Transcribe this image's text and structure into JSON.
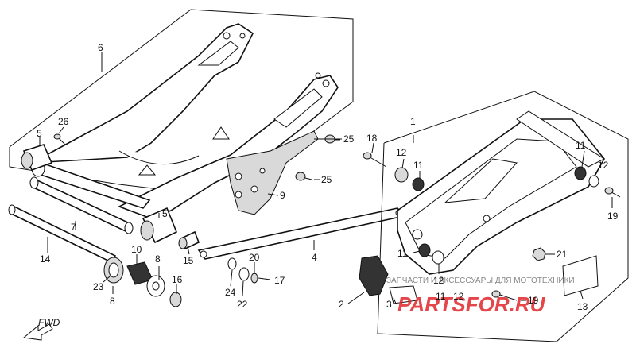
{
  "labels": {
    "n1": "1",
    "n2": "2",
    "n3": "3",
    "n4": "4",
    "n5a": "5",
    "n5b": "5",
    "n6": "6",
    "n7": "7",
    "n8a": "8",
    "n8b": "8",
    "n9": "9",
    "n10": "10",
    "n11a": "11",
    "n11b": "11",
    "n11c": "11",
    "n11d": "11",
    "n12a": "12",
    "n12b": "12",
    "n12c": "12",
    "n12d": "12",
    "n13": "13",
    "n14": "14",
    "n15": "15",
    "n16": "16",
    "n17": "17",
    "n18": "18",
    "n19a": "19",
    "n19b": "19",
    "n20": "20",
    "n21": "21",
    "n22": "22",
    "n23": "23",
    "n24": "24",
    "n25a": "25",
    "n25b": "25",
    "n26": "26"
  },
  "watermark": {
    "text": "ЗАПЧАСТИ И АКСЕССУАРЫ ДЛЯ МОТОТЕХНИКИ",
    "logo": "PARTSFOR.RU"
  },
  "fwd": "FWD",
  "colors": {
    "watermark": "#e0262a",
    "lines": "#111111"
  }
}
